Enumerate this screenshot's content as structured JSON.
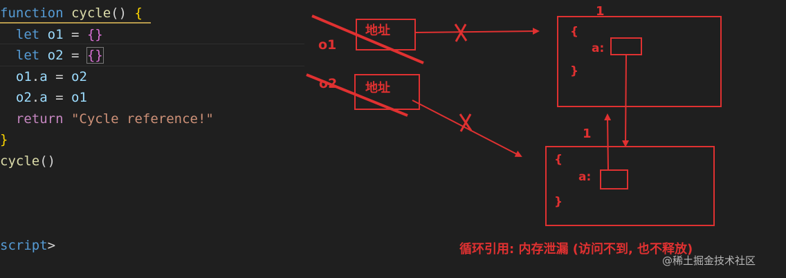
{
  "code": {
    "lines": [
      {
        "parts": [
          {
            "t": "function ",
            "c": "kw"
          },
          {
            "t": "cycle",
            "c": "fn"
          },
          {
            "t": "() ",
            "c": "plain"
          },
          {
            "t": "{",
            "c": "br-gold"
          }
        ]
      },
      {
        "parts": [
          {
            "t": "  let ",
            "c": "kw"
          },
          {
            "t": "o1",
            "c": "var"
          },
          {
            "t": " = ",
            "c": "plain"
          },
          {
            "t": "{}",
            "c": "br-purple"
          }
        ]
      },
      {
        "parts": [
          {
            "t": "  let ",
            "c": "kw"
          },
          {
            "t": "o2",
            "c": "var"
          },
          {
            "t": " = ",
            "c": "plain"
          },
          {
            "t": "{}",
            "c": "br-purple"
          }
        ]
      },
      {
        "parts": [
          {
            "t": "  o1",
            "c": "var"
          },
          {
            "t": ".",
            "c": "plain"
          },
          {
            "t": "a",
            "c": "var"
          },
          {
            "t": " = ",
            "c": "plain"
          },
          {
            "t": "o2",
            "c": "var"
          }
        ]
      },
      {
        "parts": [
          {
            "t": "  o2",
            "c": "var"
          },
          {
            "t": ".",
            "c": "plain"
          },
          {
            "t": "a",
            "c": "var"
          },
          {
            "t": " = ",
            "c": "plain"
          },
          {
            "t": "o1",
            "c": "var"
          }
        ]
      },
      {
        "parts": [
          {
            "t": "  return ",
            "c": "ret"
          },
          {
            "t": "\"Cycle reference!\"",
            "c": "str"
          }
        ]
      },
      {
        "parts": [
          {
            "t": "}",
            "c": "br-gold"
          }
        ]
      },
      {
        "parts": [
          {
            "t": "cycle",
            "c": "fn"
          },
          {
            "t": "()",
            "c": "plain"
          }
        ]
      },
      {
        "parts": [
          {
            "t": "",
            "c": "plain"
          }
        ]
      },
      {
        "parts": [
          {
            "t": "",
            "c": "plain"
          }
        ]
      },
      {
        "parts": [
          {
            "t": "",
            "c": "plain"
          }
        ]
      },
      {
        "parts": [
          {
            "t": "script",
            "c": "kw"
          },
          {
            "t": ">",
            "c": "plain"
          }
        ]
      }
    ]
  },
  "diagram": {
    "var_o1": "o1",
    "var_o2": "o2",
    "address_label": "地址",
    "obj1": {
      "refcount": "1",
      "open_brace": "{",
      "prop": "a:",
      "close_brace": "}"
    },
    "obj2": {
      "refcount": "1",
      "open_brace": "{",
      "prop": "a:",
      "close_brace": "}"
    },
    "cross_mark": "X",
    "caption": "循环引用: 内存泄漏 (访问不到, 也不释放)"
  },
  "watermark": "@稀土掘金技术社区",
  "colors": {
    "accent": "#e03131",
    "background": "#1f1f1f"
  }
}
